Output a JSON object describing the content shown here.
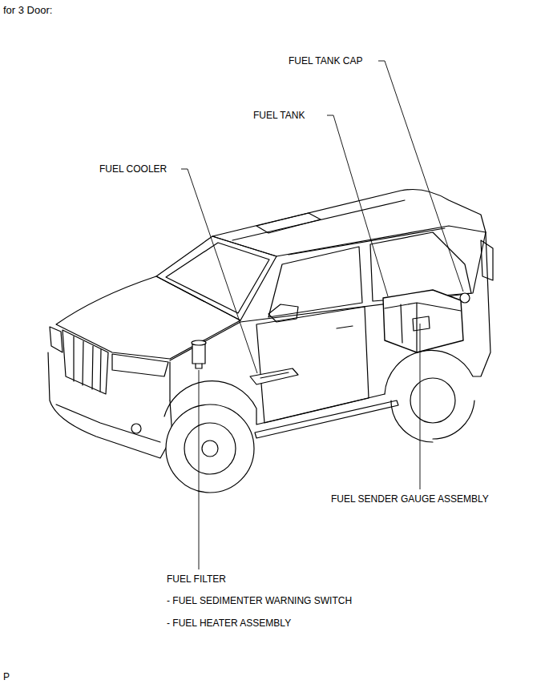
{
  "diagram": {
    "title": "for 3 Door:",
    "labels": [
      "FUEL TANK CAP",
      "FUEL TANK",
      "FUEL COOLER",
      "FUEL SENDER GAUGE ASSEMBLY",
      "FUEL FILTER",
      "- FUEL SEDIMENTER WARNING SWITCH",
      "- FUEL HEATER ASSEMBLY",
      "P"
    ]
  }
}
